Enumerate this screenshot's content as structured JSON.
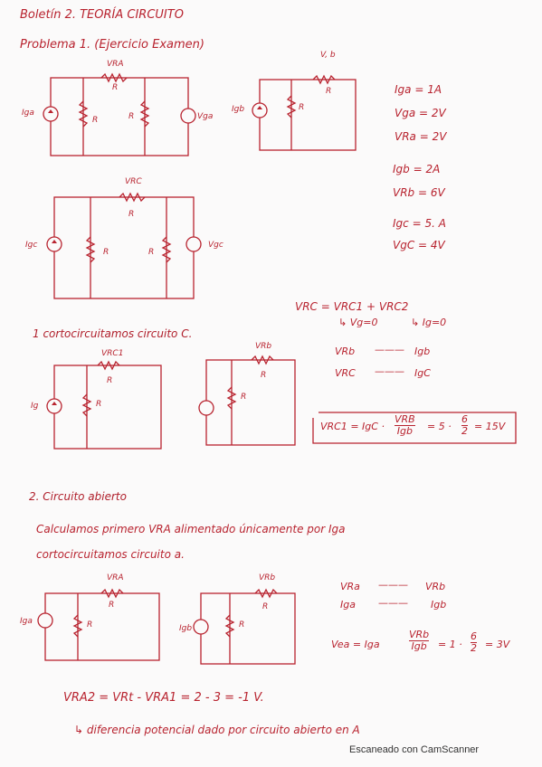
{
  "header": {
    "title": "Boletín 2.  TEORÍA CIRCUITO"
  },
  "problem": {
    "title": "Problema 1. (Ejercicio Examen)"
  },
  "circuit_labels": {
    "vra": "VRA",
    "r": "R",
    "iga": "Iga",
    "vga": "Vga",
    "vrb": "V, b",
    "igb": "Igb",
    "vrc": "VRC",
    "igc": "Igc",
    "vgc": "Vgc",
    "vrc1": "VRC1",
    "ig": "Ig",
    "vrb2": "VRb",
    "vra2": "VRA",
    "iga2": "Iga",
    "vrb3": "VRb",
    "igb2": "Igb"
  },
  "values": {
    "iga": "Iga = 1A",
    "vga": "Vga = 2V",
    "vra": "VRa = 2V",
    "igb": "Igb = 2A",
    "vrb": "VRb = 6V",
    "igc": "Igc = 5. A",
    "vgc": "VgC = 4V"
  },
  "superposition": {
    "equation": "VRC = VRC1 + VRC2",
    "note1": "↳ Vg=0",
    "note2": "↳ Ig=0"
  },
  "step1": {
    "title": "1 cortocircuitamos circuito C.",
    "rel1_left": "VRb",
    "rel1_right": "Igb",
    "rel2_left": "VRC",
    "rel2_right": "IgC",
    "box_lhs": "VRC1 = IgC ·",
    "box_num": "VRB",
    "box_den": "Igb",
    "box_rhs": "= 5 ·",
    "box_num2": "6",
    "box_den2": "2",
    "box_result": "= 15V"
  },
  "step2": {
    "title": "2. Circuito abierto",
    "line1": "Calculamos primero VRA alimentado únicamente por Iga",
    "line2": "cortocircuitamos circuito a.",
    "rel1_left": "VRa",
    "rel1_right": "VRb",
    "rel2_left": "Iga",
    "rel2_right": "Igb",
    "vea_lhs": "Vea = Iga",
    "vea_num": "VRb",
    "vea_den": "Igb",
    "vea_mid": "= 1 ·",
    "vea_num2": "6",
    "vea_den2": "2",
    "vea_result": "= 3V",
    "result_eq": "VRA2 = VRt - VRA1 = 2 - 3 = -1 V.",
    "note": "↳ diferencia potencial dado por circuito abierto en A"
  },
  "footer": {
    "scanner": "Escaneado con CamScanner"
  }
}
